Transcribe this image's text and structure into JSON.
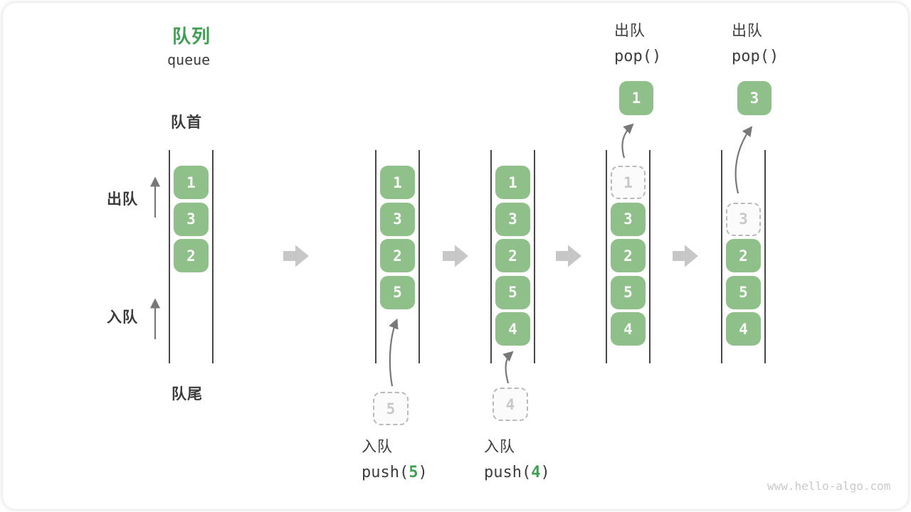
{
  "title": {
    "zh": "队列",
    "en": "queue"
  },
  "side_labels": {
    "front": "队首",
    "rear": "队尾",
    "dequeue": "出队",
    "enqueue": "入队"
  },
  "colors": {
    "element_green": "#8fc08a",
    "accent_green": "#3f9e52",
    "step_arrow_gray": "#c7c7c7",
    "thin_arrow_gray": "#787878",
    "text_dark": "#3b3b3b",
    "ghost_border": "#b9b9b9"
  },
  "states": [
    {
      "cells": [
        {
          "value": "1",
          "style": "solid",
          "slot": 0
        },
        {
          "value": "3",
          "style": "solid",
          "slot": 1
        },
        {
          "value": "2",
          "style": "solid",
          "slot": 2
        }
      ]
    },
    {
      "cells": [
        {
          "value": "1",
          "style": "solid",
          "slot": 0
        },
        {
          "value": "3",
          "style": "solid",
          "slot": 1
        },
        {
          "value": "2",
          "style": "solid",
          "slot": 2
        },
        {
          "value": "5",
          "style": "solid",
          "slot": 3
        }
      ],
      "staging": "5"
    },
    {
      "cells": [
        {
          "value": "1",
          "style": "solid",
          "slot": 0
        },
        {
          "value": "3",
          "style": "solid",
          "slot": 1
        },
        {
          "value": "2",
          "style": "solid",
          "slot": 2
        },
        {
          "value": "5",
          "style": "solid",
          "slot": 3
        },
        {
          "value": "4",
          "style": "solid",
          "slot": 4
        }
      ],
      "staging": "4"
    },
    {
      "cells": [
        {
          "value": "1",
          "style": "ghost",
          "slot": 0
        },
        {
          "value": "3",
          "style": "solid",
          "slot": 1
        },
        {
          "value": "2",
          "style": "solid",
          "slot": 2
        },
        {
          "value": "5",
          "style": "solid",
          "slot": 3
        },
        {
          "value": "4",
          "style": "solid",
          "slot": 4
        }
      ],
      "popped": "1"
    },
    {
      "cells": [
        {
          "value": "3",
          "style": "ghost",
          "slot": 1
        },
        {
          "value": "2",
          "style": "solid",
          "slot": 2
        },
        {
          "value": "5",
          "style": "solid",
          "slot": 3
        },
        {
          "value": "4",
          "style": "solid",
          "slot": 4
        }
      ],
      "popped": "3"
    }
  ],
  "operations": [
    null,
    {
      "label": "入队",
      "pre": "push(",
      "arg": "5",
      "post": ")"
    },
    {
      "label": "入队",
      "pre": "push(",
      "arg": "4",
      "post": ")"
    },
    {
      "label": "出队",
      "pre": "pop()",
      "arg": "",
      "post": ""
    },
    {
      "label": "出队",
      "pre": "pop()",
      "arg": "",
      "post": ""
    }
  ],
  "watermark": "www.hello-algo.com"
}
